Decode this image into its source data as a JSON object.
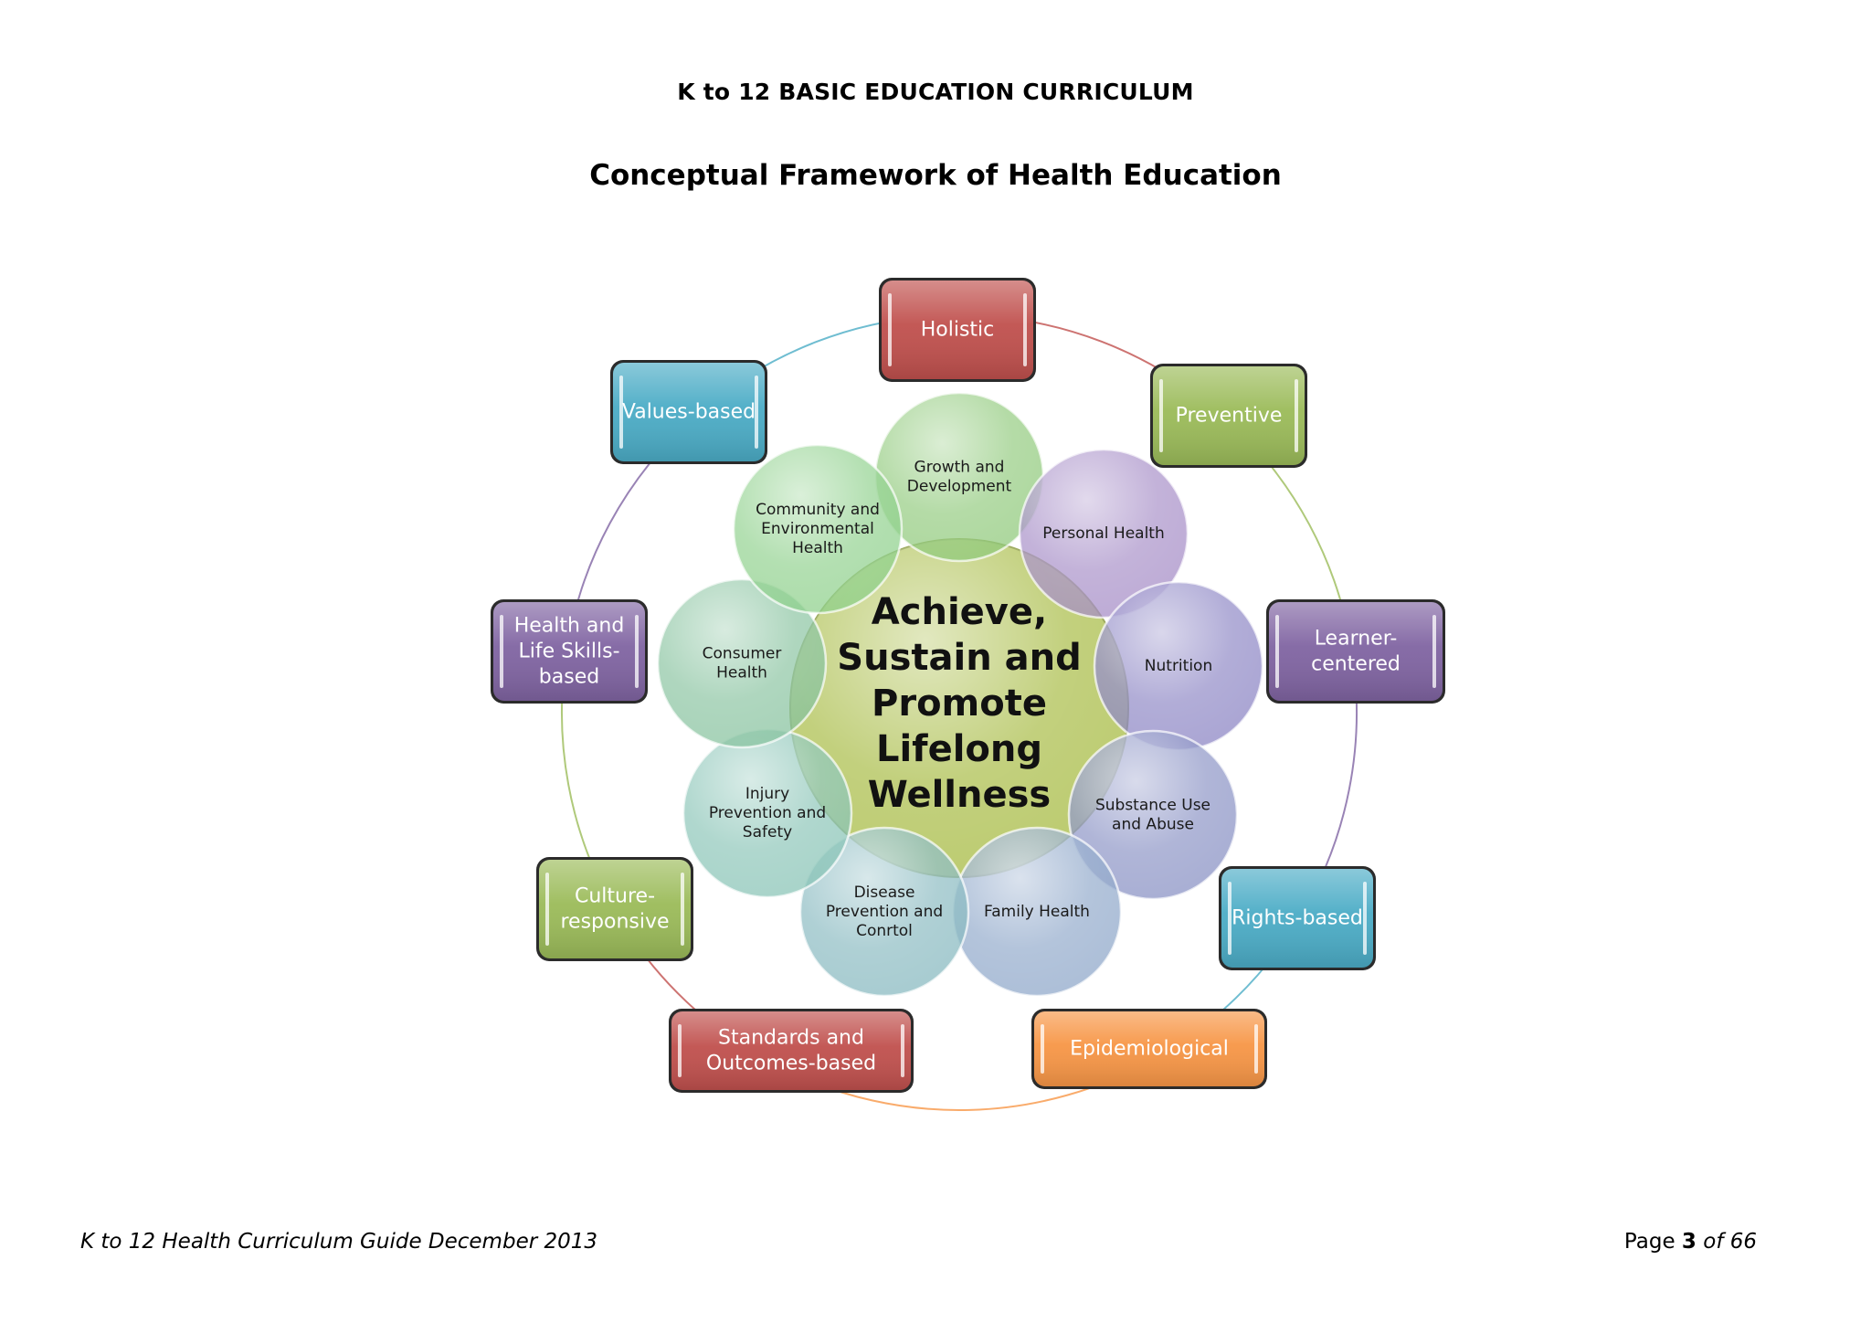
{
  "header": "K to 12 BASIC EDUCATION CURRICULUM",
  "title": "Conceptual Framework of Health Education",
  "center": {
    "lines": [
      "Achieve,",
      "Sustain and",
      "Promote",
      "Lifelong",
      "Wellness"
    ],
    "color": "#b9c96a"
  },
  "circles": [
    {
      "name": "growth-and-development",
      "lines": [
        "Growth and",
        "Development"
      ],
      "color": "#8fc97a"
    },
    {
      "name": "personal-health",
      "lines": [
        "Personal Health"
      ],
      "color": "#a58cc6"
    },
    {
      "name": "nutrition",
      "lines": [
        "Nutrition"
      ],
      "color": "#8b84c4"
    },
    {
      "name": "substance-use-and-abuse",
      "lines": [
        "Substance Use",
        "and Abuse"
      ],
      "color": "#8890c4"
    },
    {
      "name": "family-health",
      "lines": [
        "Family Health"
      ],
      "color": "#8ea6c9"
    },
    {
      "name": "disease-prevention-and-conrtol",
      "lines": [
        "Disease",
        "Prevention and",
        "Conrtol"
      ],
      "color": "#86b8bf"
    },
    {
      "name": "injury-prevention-and-safety",
      "lines": [
        "Injury",
        "Prevention and",
        "Safety"
      ],
      "color": "#88c4b6"
    },
    {
      "name": "consumer-health",
      "lines": [
        "Consumer",
        "Health"
      ],
      "color": "#86c29e"
    },
    {
      "name": "community-and-environmental-health",
      "lines": [
        "Community and",
        "Environmental",
        "Health"
      ],
      "color": "#8ed08a"
    }
  ],
  "boxes": [
    {
      "name": "holistic",
      "lines": [
        "Holistic"
      ],
      "color": "#c0504d"
    },
    {
      "name": "preventive",
      "lines": [
        "Preventive"
      ],
      "color": "#9bbb59"
    },
    {
      "name": "learner-centered",
      "lines": [
        "Learner-",
        "centered"
      ],
      "color": "#8064a2"
    },
    {
      "name": "rights-based",
      "lines": [
        "Rights-based"
      ],
      "color": "#4bacc6"
    },
    {
      "name": "epidemiological",
      "lines": [
        "Epidemiological"
      ],
      "color": "#f79646"
    },
    {
      "name": "standards-and-outcomes-based",
      "lines": [
        "Standards and",
        "Outcomes-based"
      ],
      "color": "#c0504d"
    },
    {
      "name": "culture-responsive",
      "lines": [
        "Culture-",
        "responsive"
      ],
      "color": "#9bbb59"
    },
    {
      "name": "health-and-life-skills-based",
      "lines": [
        "Health and",
        "Life Skills-",
        "based"
      ],
      "color": "#8064a2"
    },
    {
      "name": "values-based",
      "lines": [
        "Values-based"
      ],
      "color": "#4bacc6"
    }
  ],
  "footer": {
    "left": "K to 12 Health Curriculum Guide December 2013",
    "page_word": "Page",
    "page_number": "3",
    "page_of": "of 66"
  }
}
